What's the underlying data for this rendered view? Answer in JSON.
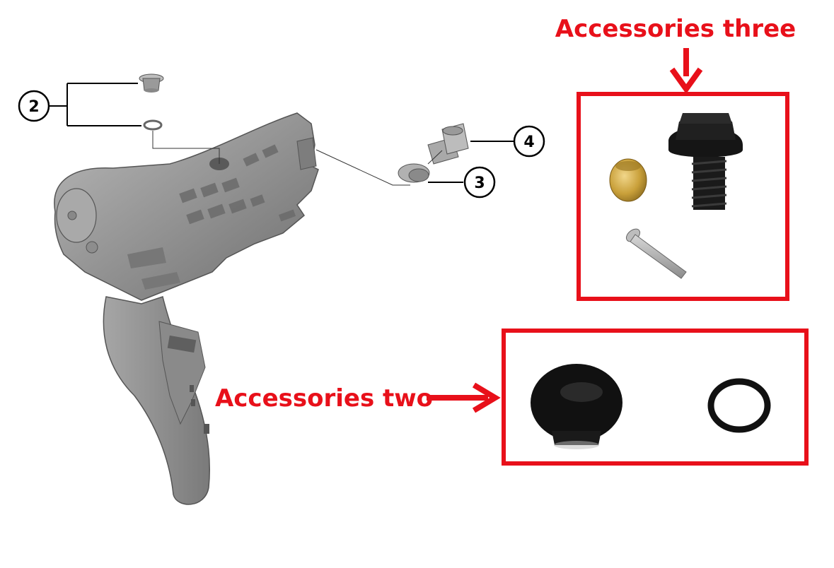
{
  "annotations": {
    "accessories_three": "Accessories three",
    "accessories_two": "Accessories two"
  },
  "callouts": [
    {
      "id": "2",
      "label": "2"
    },
    {
      "id": "3",
      "label": "3"
    },
    {
      "id": "4",
      "label": "4"
    }
  ],
  "colors": {
    "annotation_red": "#e8101a",
    "box_red": "#e8101a",
    "part_gray": "#9a9a9a",
    "part_dark": "#4a4a4a",
    "brass": "#c9a03a",
    "black_part": "#151515"
  }
}
